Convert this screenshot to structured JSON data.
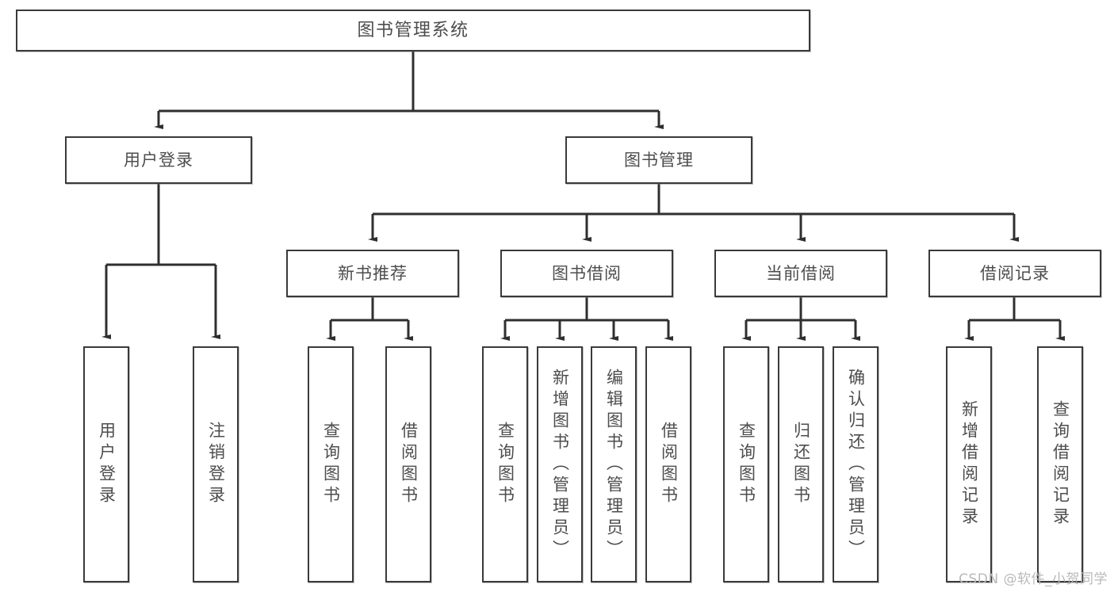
{
  "diagram": {
    "type": "tree",
    "title": "图书管理系统",
    "root": {
      "label": "图书管理系统"
    },
    "level1": [
      {
        "label": "用户登录"
      },
      {
        "label": "图书管理"
      }
    ],
    "level2": [
      {
        "label": "新书推荐"
      },
      {
        "label": "图书借阅"
      },
      {
        "label": "当前借阅"
      },
      {
        "label": "借阅记录"
      }
    ],
    "leaves": {
      "user_login": [
        {
          "label": "用户登录"
        },
        {
          "label": "注销登录"
        }
      ],
      "new_book_recommend": [
        {
          "label": "查询图书"
        },
        {
          "label": "借阅图书"
        }
      ],
      "book_borrow": [
        {
          "label": "查询图书"
        },
        {
          "label": "新增图书（管理员）"
        },
        {
          "label": "编辑图书（管理员）"
        },
        {
          "label": "借阅图书"
        }
      ],
      "current_borrow": [
        {
          "label": "查询图书"
        },
        {
          "label": "归还图书"
        },
        {
          "label": "确认归还（管理员）"
        }
      ],
      "borrow_record": [
        {
          "label": "新增借阅记录"
        },
        {
          "label": "查询借阅记录"
        }
      ]
    }
  },
  "watermark": {
    "text": "CSDN @软件_小贺同学"
  },
  "colors": {
    "stroke": "#3a3a3a",
    "text": "#4d4d4d",
    "background": "#ffffff",
    "watermark": "#b9b9b9"
  }
}
